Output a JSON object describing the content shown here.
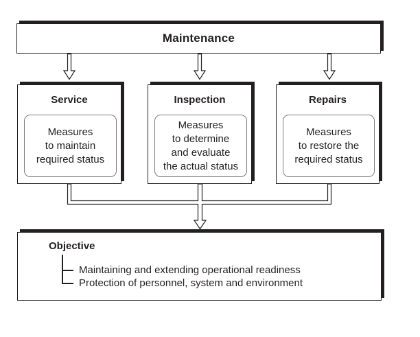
{
  "diagram": {
    "title_box": {
      "label": "Maintenance"
    },
    "branches": [
      {
        "title": "Service",
        "description": "Measures\nto maintain\nrequired status"
      },
      {
        "title": "Inspection",
        "description": "Measures\nto determine\nand evaluate\nthe actual status"
      },
      {
        "title": "Repairs",
        "description": "Measures\nto restore the\nrequired status"
      }
    ],
    "objective_box": {
      "title": "Objective",
      "items": [
        "Maintaining and extending operational readiness",
        "Protection of personnel, system and environment"
      ]
    },
    "colors": {
      "line": "#231f20",
      "shadow": "#231f20",
      "inner_border": "#7b7b7b",
      "background": "#ffffff"
    }
  }
}
